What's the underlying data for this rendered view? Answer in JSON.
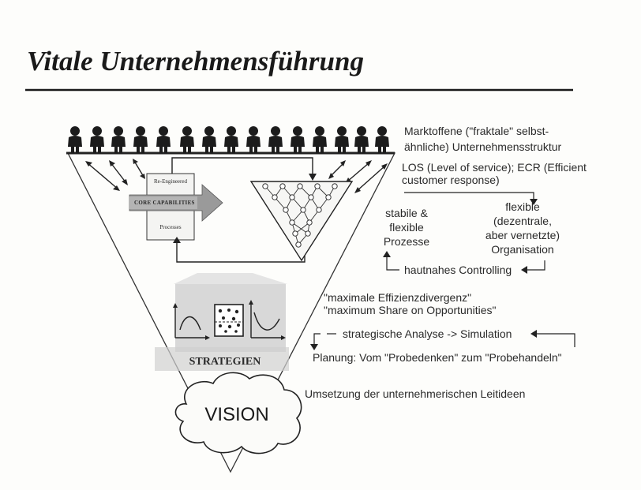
{
  "title": "Vitale Unternehmensführung",
  "labels": {
    "market_structure_1": "Marktoffene (\"fraktale\" selbst-",
    "market_structure_2": "ähnliche) Unternehmensstruktur",
    "los_1": "LOS (Level of service); ECR (Efficient",
    "los_2": "customer response)",
    "stable_1": "stabile &",
    "stable_2": "flexible",
    "stable_3": "Prozesse",
    "flex_1": "flexible",
    "flex_2": "(dezentrale,",
    "flex_3": "aber vernetzte)",
    "flex_4": "Organisation",
    "controlling": "hautnahes Controlling",
    "efficiency_1": "\"maximale Effizienzdivergenz\"",
    "efficiency_2": "\"maximum Share on Opportunities\"",
    "analysis": "strategische Analyse -> Simulation",
    "planning": "Planung: Vom \"Probedenken\" zum \"Probehandeln\"",
    "implementation": "Umsetzung der  unternehmerischen Leitideen"
  },
  "core_box": {
    "top": "Re-Engineered",
    "arrow": "CORE CAPABILITIES",
    "bottom": "Processes"
  },
  "strategies_label": "STRATEGIEN",
  "vision_label": "VISION",
  "colors": {
    "ink": "#222222",
    "figure": "#1c1c1c",
    "gray_fill": "#cfcfcf",
    "light_fill": "#e4e4e4"
  }
}
